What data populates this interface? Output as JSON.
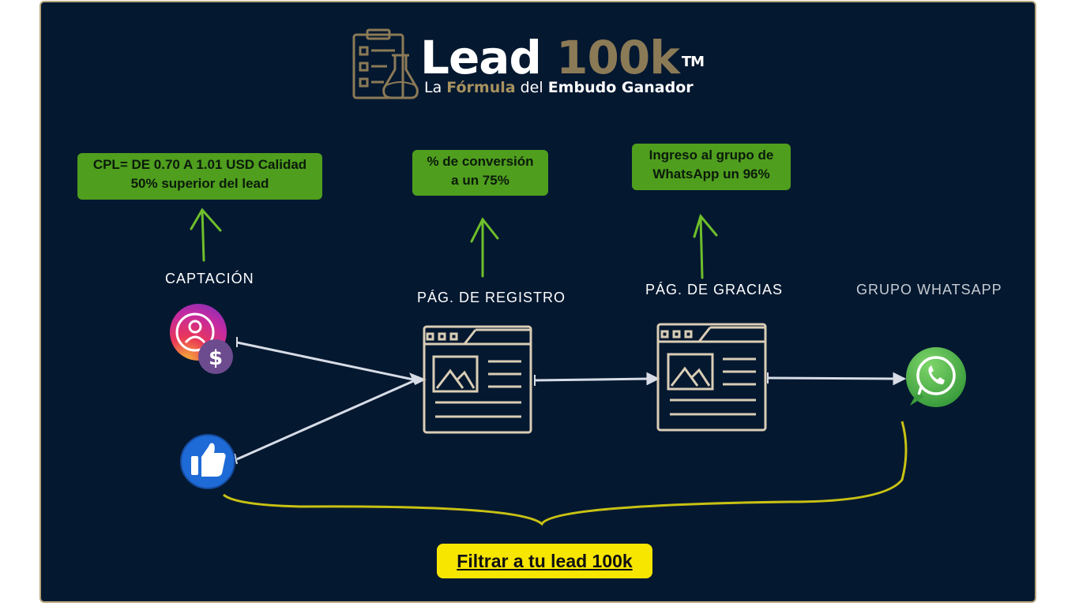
{
  "logo": {
    "title_main": "Lead",
    "title_accent": "100k",
    "trademark": "TM",
    "subtitle_part1": "La ",
    "subtitle_accent": "Fórmula",
    "subtitle_part2": " del ",
    "subtitle_bold": "Embudo Ganador",
    "icon": "clipboard-flask-icon"
  },
  "callouts": {
    "cpl_line1": "CPL= DE 0.70 A 1.01 USD Calidad",
    "cpl_line2": "50% superior del lead",
    "conversion_line1": "% de conversión",
    "conversion_line2": "a un 75%",
    "whatsapp_line1": "Ingreso al grupo de",
    "whatsapp_line2": "WhatsApp un 96%"
  },
  "stages": {
    "captacion": "CAPTACIÓN",
    "registro": "PÁG. DE REGISTRO",
    "gracias": "PÁG. DE GRACIAS",
    "grupo": "GRUPO WHATSAPP"
  },
  "icons": [
    "instagram-ads-icon",
    "facebook-like-icon",
    "landing-page-icon",
    "thank-you-page-icon",
    "whatsapp-icon"
  ],
  "filter_label": "Filtrar a tu lead 100k",
  "colors": {
    "background": "#041830",
    "frame": "#b7a57a",
    "callout_green": "#4f9e1e",
    "arrow_green": "#6fbf2a",
    "filter_yellow": "#f7e600",
    "brace_yellow": "#c9c213",
    "page_icon": "#d9cdb5",
    "gold": "#8b7a56"
  }
}
